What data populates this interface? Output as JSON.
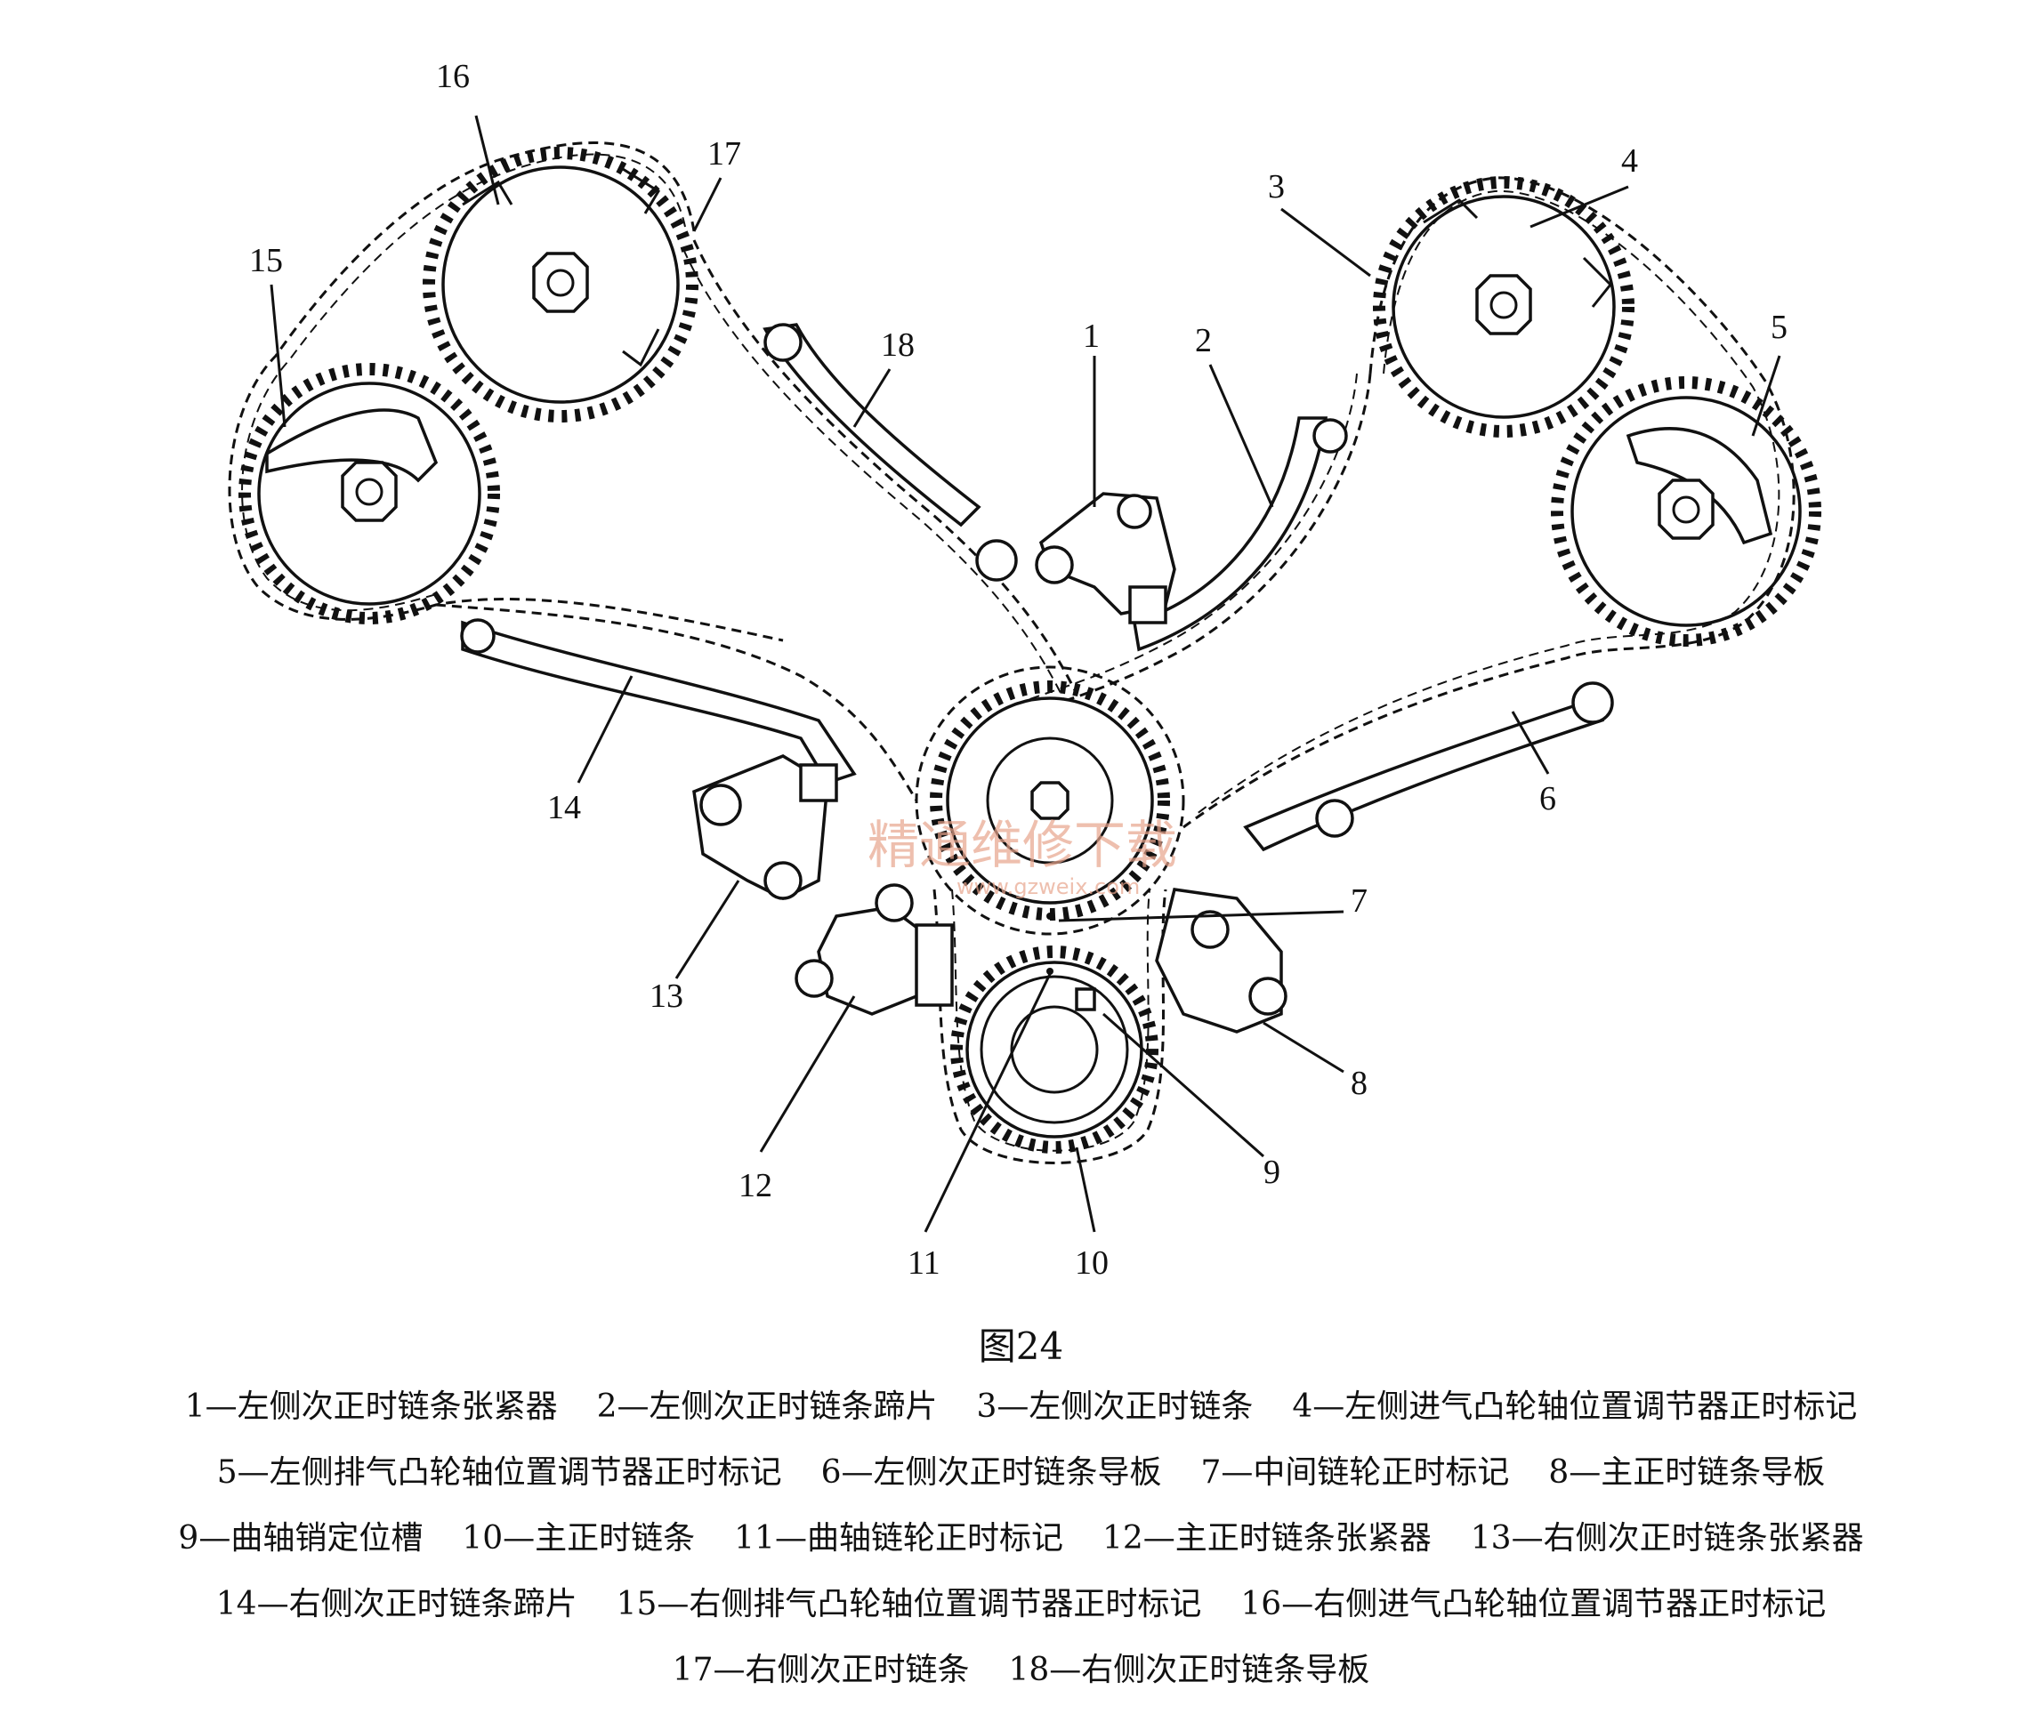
{
  "callouts": {
    "n1": "1",
    "n2": "2",
    "n3": "3",
    "n4": "4",
    "n5": "5",
    "n6": "6",
    "n7": "7",
    "n8": "8",
    "n9": "9",
    "n10": "10",
    "n11": "11",
    "n12": "12",
    "n13": "13",
    "n14": "14",
    "n15": "15",
    "n16": "16",
    "n17": "17",
    "n18": "18"
  },
  "figure_label": "图24",
  "legend": [
    [
      "1—左侧次正时链条张紧器",
      "2—左侧次正时链条蹄片",
      "3—左侧次正时链条",
      "4—左侧进气凸轮轴位置调节器正时标记"
    ],
    [
      "5—左侧排气凸轮轴位置调节器正时标记",
      "6—左侧次正时链条导板",
      "7—中间链轮正时标记",
      "8—主正时链条导板"
    ],
    [
      "9—曲轴销定位槽",
      "10—主正时链条",
      "11—曲轴链轮正时标记",
      "12—主正时链条张紧器",
      "13—右侧次正时链条张紧器"
    ],
    [
      "14—右侧次正时链条蹄片",
      "15—右侧排气凸轮轴位置调节器正时标记",
      "16—右侧进气凸轮轴位置调节器正时标记"
    ],
    [
      "17—右侧次正时链条",
      "18—右侧次正时链条导板"
    ]
  ],
  "watermark": {
    "main": "精通维修下载",
    "sub": "www.gzweix.com"
  }
}
